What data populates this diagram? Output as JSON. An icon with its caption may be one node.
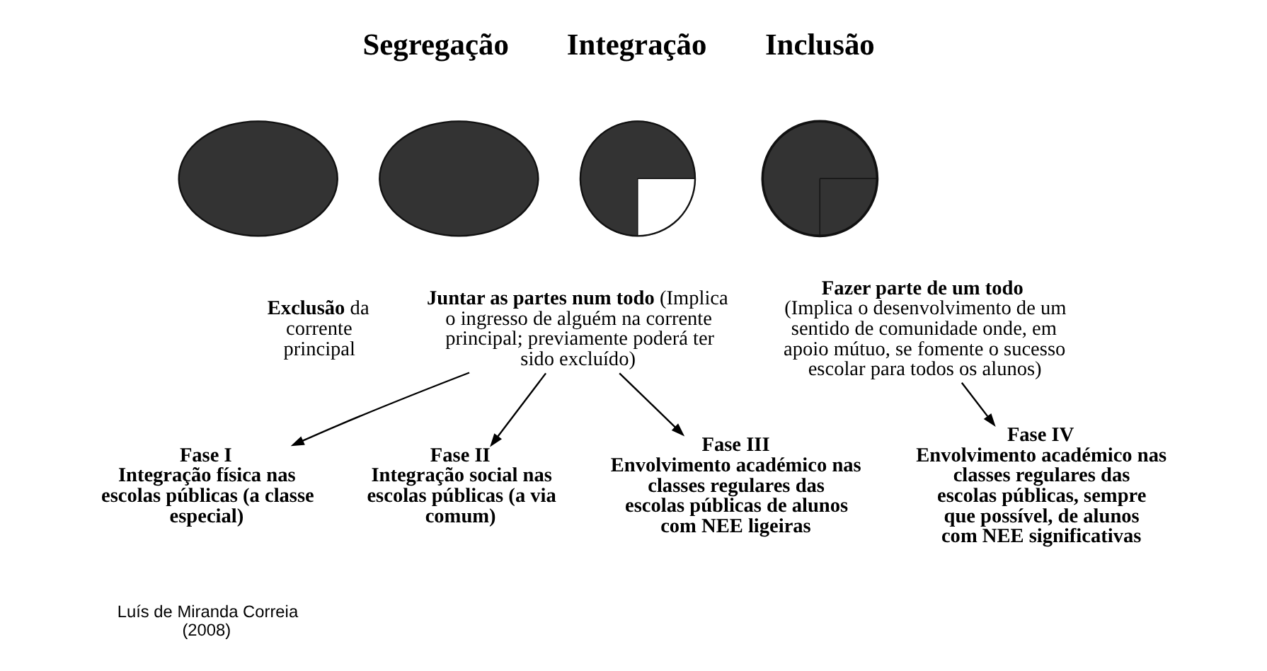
{
  "diagram": {
    "nodes": [
      {
        "text": [],
        "shape": "circle"
      },
      {
        "text": [],
        "shape": "circle"
      },
      {
        "text": [],
        "shape": "picture"
      },
      {
        "text": [],
        "shape": "picture"
      },
      {
        "text": [
          "**Exclusão** da corrente principal"
        ]
      },
      {
        "text": [
          "**Juntar as partes num todo** (Implica o ingresso de alguém na corrente principal; previamente poderá ter sido excluído)"
        ]
      },
      {
        "text": [
          "Fazer parte de um todo",
          "(Implica o desenvolvimento de um sentido de comunidade onde, em apoio mútuo, se fomente o sucesso escolar para todos os alunos)"
        ]
      },
      {
        "text": [
          "Fase I",
          "Integração física nas escolas públicas (a classe especial)"
        ]
      },
      {
        "text": [
          "Fase II",
          "Integração social nas escolas públicas (a via comum)"
        ]
      },
      {
        "text": [
          "Fase III",
          "Envolvimento académico nas classes regulares das escolas públicas de alunos com NEE ligeiras"
        ]
      },
      {
        "text": [
          "Fase IV",
          "Envolvimento académico nas classes regulares das escolas públicas, sempre que possível, de alunos com NEE significativas"
        ]
      }
    ],
    "edges": [
      {
        "from": 5,
        "to": 7,
        "arrow": "to"
      },
      {
        "from": 5,
        "to": 8,
        "arrow": "to"
      },
      {
        "from": 5,
        "to": 9,
        "arrow": "to"
      },
      {
        "from": 6,
        "to": 10,
        "arrow": "to"
      }
    ],
    "labels": [
      "Segregação",
      "Integração",
      "Inclusão",
      "Luís de Miranda Correia (2008)"
    ]
  }
}
